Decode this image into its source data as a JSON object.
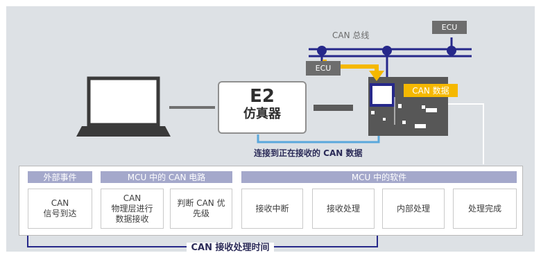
{
  "colors": {
    "background": "#dde1e5",
    "bus": "#26288a",
    "arrow": "#f5b800",
    "connector": "#5aa8dc",
    "header": "#a4a8cb",
    "ecu": "#6d6d6d",
    "board": "#575757",
    "text_dark": "#2b2b58"
  },
  "bus": {
    "label": "CAN 总线",
    "ecu_top_label": "ECU",
    "ecu_left_label": "ECU"
  },
  "can_data_tag": "CAN 数据",
  "emulator": {
    "title": "E2",
    "subtitle": "仿真器"
  },
  "connect_caption": "连接到正在接收的 CAN 数据",
  "headers": [
    {
      "label": "外部事件"
    },
    {
      "label": "MCU 中的 CAN 电路"
    },
    {
      "label": "MCU 中的软件"
    }
  ],
  "steps": [
    {
      "lines": [
        "CAN",
        "信号到达"
      ]
    },
    {
      "lines": [
        "CAN",
        "物理层进行",
        "数据接收"
      ]
    },
    {
      "lines": [
        "判断 CAN 优",
        "先级"
      ]
    },
    {
      "lines": [
        "接收中断"
      ]
    },
    {
      "lines": [
        "接收处理"
      ]
    },
    {
      "lines": [
        "内部处理"
      ]
    },
    {
      "lines": [
        "处理完成"
      ]
    }
  ],
  "time_caption": "CAN 接收处理时间",
  "icons": {
    "laptop": "laptop-icon",
    "board": "mcu-board-icon"
  }
}
